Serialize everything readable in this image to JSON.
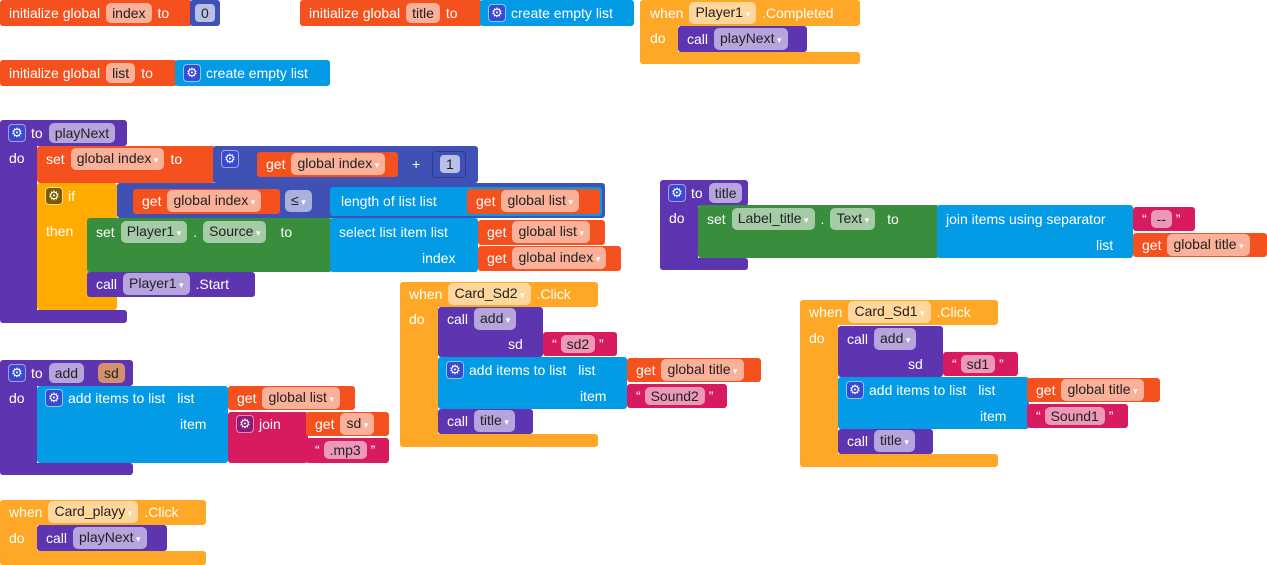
{
  "colors": {
    "variable": "#f4511e",
    "list": "#039be5",
    "procedure": "#5e35b1",
    "event": "#ffa726",
    "setter": "#388e3c",
    "math": "#3f51b5",
    "text": "#d81b60",
    "control": "#ffab00"
  },
  "kw": {
    "init": "initialize global",
    "to": "to",
    "when": "when",
    "do": "do",
    "call": "call",
    "set": "set",
    "get": "get",
    "if": "if",
    "then": "then",
    "list": "list",
    "item": "item",
    "index": "index",
    "join": "join",
    "dot": ".",
    "plus": "+",
    "sd": "sd"
  },
  "globals": [
    {
      "name": "index",
      "value": "0"
    },
    {
      "name": "title",
      "value": "create empty list"
    },
    {
      "name": "list",
      "value": "create empty list"
    }
  ],
  "player_completed": {
    "component": "Player1",
    "event": ".Completed",
    "call": "playNext"
  },
  "playNext": {
    "name": "playNext",
    "set_var": "global index",
    "get_var": "global index",
    "num": "1",
    "cmp_var": "global index",
    "op": "≤",
    "length_label": "length of list  list",
    "length_var": "global list",
    "component": "Player1",
    "property": "Source",
    "select_label": "select list item  list",
    "select_list": "global list",
    "select_index": "global index",
    "start": ".Start"
  },
  "title_proc": {
    "name": "title",
    "component": "Label_title",
    "property": "Text",
    "join_label": "join items using separator",
    "separator": "--",
    "list_var": "global title"
  },
  "card_sd2": {
    "component": "Card_Sd2",
    "event": ".Click",
    "call": "add",
    "arg": "sd2",
    "add_label": "add items to list",
    "list_var": "global title",
    "item": "Sound2",
    "call2": "title"
  },
  "card_sd1": {
    "component": "Card_Sd1",
    "event": ".Click",
    "call": "add",
    "arg": "sd1",
    "add_label": "add items to list",
    "list_var": "global title",
    "item": "Sound1",
    "call2": "title"
  },
  "add_proc": {
    "name": "add",
    "param": "sd",
    "add_label": "add items to list",
    "list_var": "global list",
    "get_param": "sd",
    "suffix": ".mp3"
  },
  "card_playy": {
    "component": "Card_playy",
    "event": ".Click",
    "call": "playNext"
  }
}
